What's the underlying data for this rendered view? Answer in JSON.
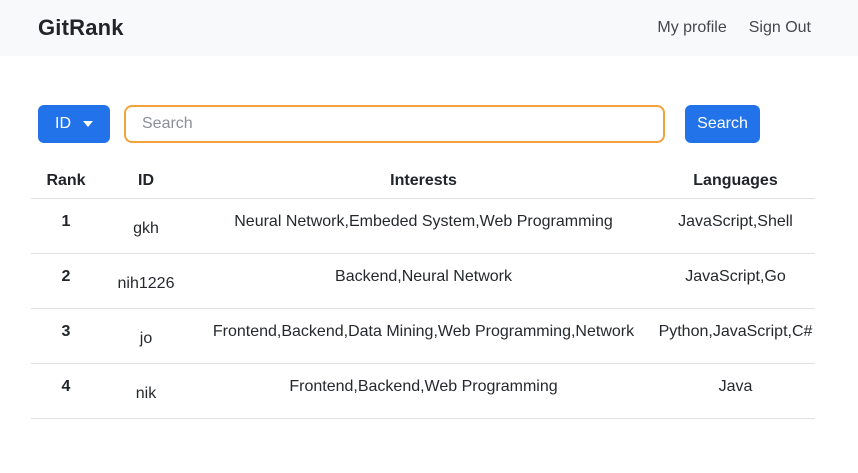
{
  "navbar": {
    "brand": "GitRank",
    "links": {
      "profile": "My profile",
      "signout": "Sign Out"
    }
  },
  "toolbar": {
    "filter_button": {
      "label": "ID",
      "icon": "caret-down-icon"
    },
    "search_input": {
      "placeholder": "Search",
      "value": ""
    },
    "search_button": {
      "label": "Search"
    }
  },
  "table": {
    "columns": [
      "Rank",
      "ID",
      "Interests",
      "Languages"
    ],
    "rows": [
      {
        "rank": "1",
        "id": "gkh",
        "interests": "Neural Network,Embeded System,Web Programming",
        "languages": "JavaScript,Shell"
      },
      {
        "rank": "2",
        "id": "nih1226",
        "interests": "Backend,Neural Network",
        "languages": "JavaScript,Go"
      },
      {
        "rank": "3",
        "id": "jo",
        "interests": "Frontend,Backend,Data Mining,Web Programming,Network",
        "languages": "Python,JavaScript,C#"
      },
      {
        "rank": "4",
        "id": "nik",
        "interests": "Frontend,Backend,Web Programming",
        "languages": "Java"
      }
    ]
  },
  "colors": {
    "primary_blue": "#2273e9",
    "search_border_orange": "#f3a33c",
    "navbar_bg": "#f8f9fa",
    "table_border": "#dee2e6"
  }
}
